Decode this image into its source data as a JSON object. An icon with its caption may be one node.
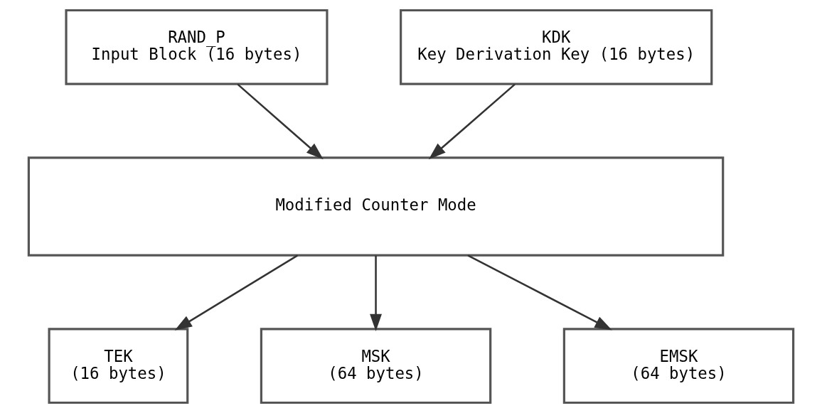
{
  "diagram": {
    "nodes": [
      {
        "text": [
          "RAND_P",
          "Input Block (16 bytes)"
        ]
      },
      {
        "text": [
          "KDK",
          "Key Derivation Key (16 bytes)"
        ]
      },
      {
        "text": [
          "Modified Counter Mode"
        ]
      },
      {
        "text": [
          "TEK",
          "(16 bytes)"
        ]
      },
      {
        "text": [
          "MSK",
          "(64 bytes)"
        ]
      },
      {
        "text": [
          "EMSK",
          "(64 bytes)"
        ]
      }
    ],
    "edges": [
      {
        "from": 0,
        "to": 2,
        "arrow": "to"
      },
      {
        "from": 1,
        "to": 2,
        "arrow": "to"
      },
      {
        "from": 2,
        "to": 3,
        "arrow": "to"
      },
      {
        "from": 2,
        "to": 4,
        "arrow": "to"
      },
      {
        "from": 2,
        "to": 5,
        "arrow": "to"
      }
    ]
  }
}
